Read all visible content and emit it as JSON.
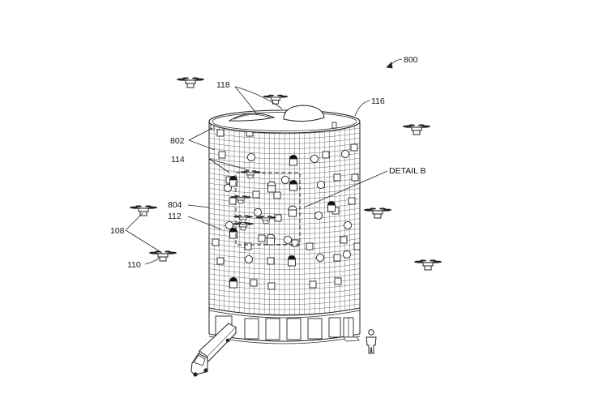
{
  "figure": {
    "reference_numerals": {
      "n800": "800",
      "n118": "118",
      "n116": "116",
      "n802": "802",
      "n114": "114",
      "n804": "804",
      "n112": "112",
      "n108": "108",
      "n110": "110",
      "detail": "DETAIL B"
    }
  }
}
